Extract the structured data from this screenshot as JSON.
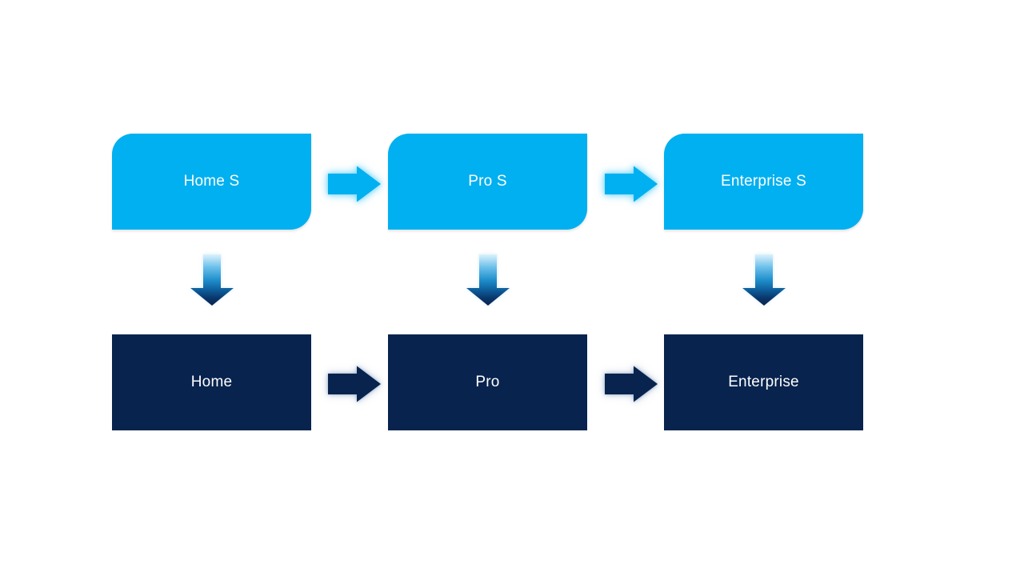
{
  "slide": {
    "background": "#ffffff",
    "colors": {
      "primary_blue": "#00b0f0",
      "dark_navy": "#08234d",
      "text": "#ffffff"
    },
    "columns": [
      {
        "top": "Home S",
        "bottom": "Home"
      },
      {
        "top": "Pro S",
        "bottom": "Pro"
      },
      {
        "top": "Enterprise S",
        "bottom": "Enterprise"
      }
    ],
    "icons": {
      "right_arrow": "right-arrow-icon",
      "down_arrow": "down-arrow-icon"
    }
  }
}
